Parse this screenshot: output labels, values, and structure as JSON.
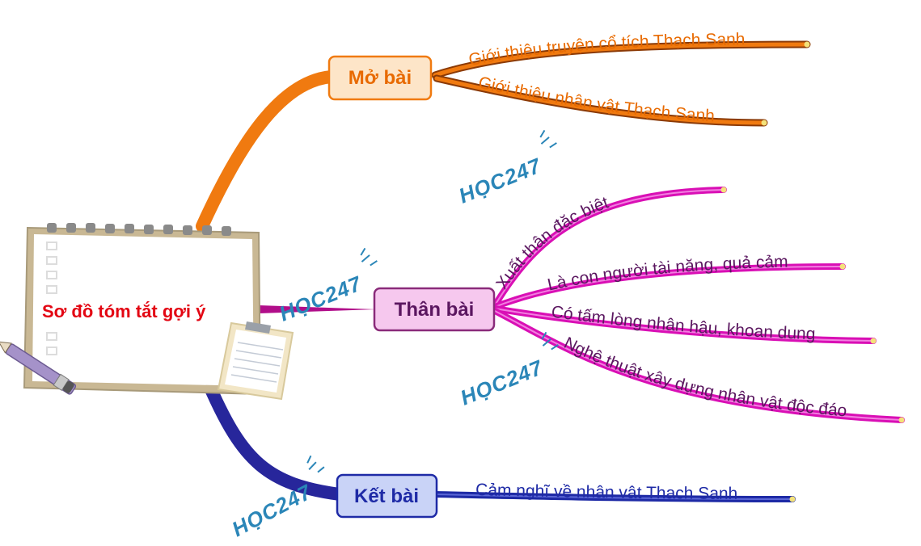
{
  "center": {
    "title": "Sơ đồ tóm tắt gợi ý"
  },
  "colors": {
    "center_text": "#e30613",
    "mo_bai": "#f07a10",
    "mo_bai_node_fill": "#fde5c8",
    "mo_bai_node_border": "#f07a10",
    "mo_bai_text": "#e86a00",
    "than_bai": "#d90fb5",
    "than_bai_node_fill": "#f6c8ee",
    "than_bai_node_border": "#8a2b7a",
    "than_bai_text": "#5b1760",
    "ket_bai": "#1e2aa6",
    "ket_bai_node_fill": "#c9d3f7",
    "ket_bai_node_border": "#1e2aa6",
    "ket_bai_text": "#1e2aa6",
    "watermark": "#2b86b8"
  },
  "nodes": {
    "mo_bai": {
      "label": "Mở bài",
      "children": [
        "Giới thiệu truyện cổ tích Thạch Sanh",
        "Giới thiệu nhân vật Thạch Sanh"
      ]
    },
    "than_bai": {
      "label": "Thân bài",
      "children": [
        "Xuất thân đặc biệt",
        "Là con người tài năng, quả cảm",
        "Có tấm lòng nhân hậu, khoan dung",
        "Nghệ thuật xây dựng nhân vật độc đáo"
      ]
    },
    "ket_bai": {
      "label": "Kết bài",
      "children": [
        "Cảm nghĩ về nhân vật Thạch Sanh"
      ]
    }
  },
  "watermarks": [
    "HỌC247",
    "HỌC247",
    "HỌC247",
    "HỌC247"
  ],
  "icons": [
    "notepad-icon",
    "clipboard-icon",
    "pencil-icon"
  ]
}
